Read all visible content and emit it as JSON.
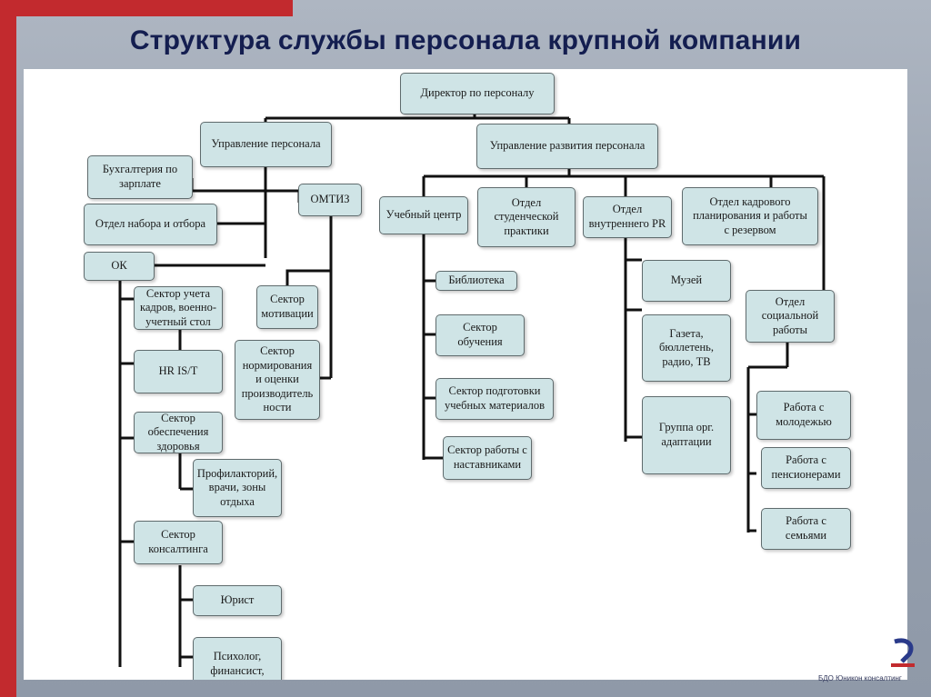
{
  "title": "Структура службы персонала  крупной компании",
  "boxes": {
    "director": "Директор по персоналу",
    "personnel_mgmt": "Управление персонала",
    "development_mgmt": "Управление развития персонала",
    "payroll": "Бухгалтерия по\nзарплате",
    "recruiting": "Отдел набора и отбора",
    "ok": "ОК",
    "omtiz": "ОМТИЗ",
    "records_sector": "Сектор учета\nкадров, военно-\nучетный стол",
    "hris": "HR IS/T",
    "health_sector": "Сектор\nобеспечения\nздоровья",
    "prophylactorium": "Профилакторий,\nврачи, зоны\nотдыха",
    "consulting_sector": "Сектор\nконсалтинга",
    "lawyer": "Юрист",
    "psychologist": "Психолог,\nфинансист,",
    "motivation_sector": "Сектор\nмотивации",
    "norming_sector": "Сектор\nнормирования\nи оценки\nпроизводитель\nности",
    "training_center": "Учебный центр",
    "library": "Библиотека",
    "training_sector": "Сектор\nобучения",
    "materials_sector": "Сектор подготовки\nучебных материалов",
    "mentors_sector": "Сектор работы с\nнаставниками",
    "student_practice": "Отдел\nстуденческой\nпрактики",
    "internal_pr": "Отдел\nвнутреннего PR",
    "museum": "Музей",
    "newspaper": "Газета,\nбюллетень,\nрадио, ТВ",
    "adaptation": "Группа орг.\nадаптации",
    "planning": "Отдел кадрового\nпланирования и работы\nс резервом",
    "social": "Отдел\nсоциальной\nработы",
    "youth": "Работа с\nмолодежью",
    "pensioners": "Работа с\nпенсионерами",
    "families": "Работа с\nсемьями"
  },
  "footer": {
    "logo_text": "БДО Юникон консалтинг"
  },
  "colors": {
    "accent": "#c22a2e",
    "title": "#141e50",
    "box_fill": "#cfe4e6",
    "line": "#111111"
  }
}
